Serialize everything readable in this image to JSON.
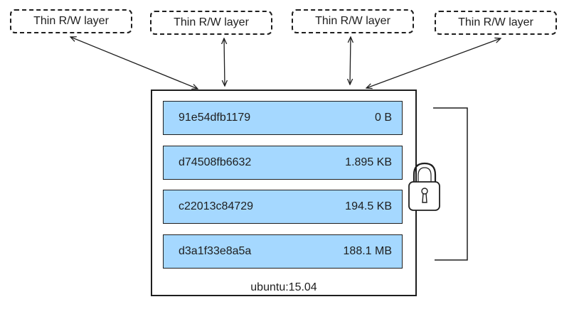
{
  "rw_layers": [
    {
      "label": "Thin R/W layer"
    },
    {
      "label": "Thin R/W layer"
    },
    {
      "label": "Thin R/W layer"
    },
    {
      "label": "Thin R/W layer"
    }
  ],
  "image": {
    "name": "ubuntu:15.04",
    "layers": [
      {
        "id": "91e54dfb1179",
        "size": "0 B"
      },
      {
        "id": "d74508fb6632",
        "size": "1.895 KB"
      },
      {
        "id": "c22013c84729",
        "size": "194.5 KB"
      },
      {
        "id": "d3a1f33e8a5a",
        "size": "188.1 MB"
      }
    ]
  },
  "colors": {
    "layer_fill": "#a5d8ff",
    "stroke": "#1e1e1e"
  },
  "icons": [
    "lock-icon",
    "bracket"
  ]
}
